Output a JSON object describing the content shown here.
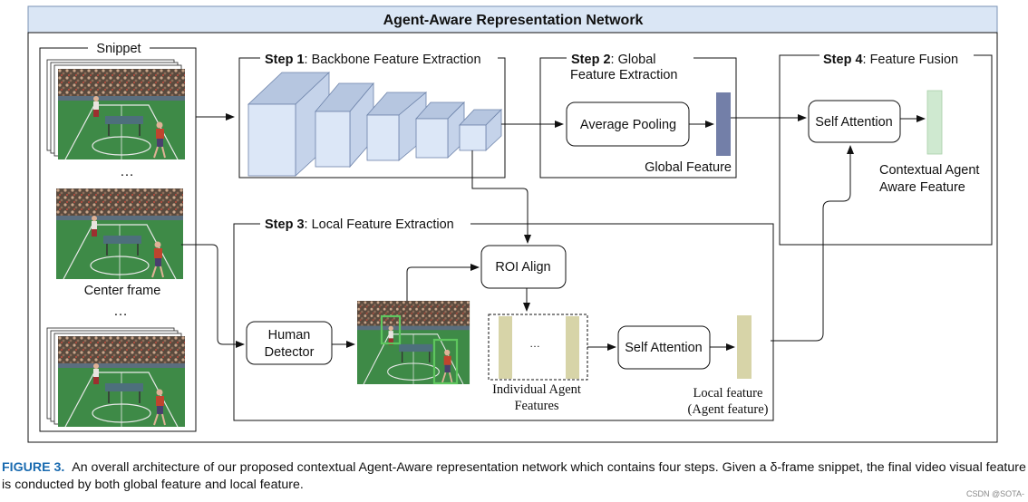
{
  "title": "Agent-Aware Representation Network",
  "snippet": {
    "label": "Snippet",
    "ellipsis_top": "…",
    "ellipsis_bottom": "…",
    "center_label": "Center frame"
  },
  "step1": {
    "prefix": "Step 1",
    "rest": ": Backbone Feature Extraction"
  },
  "step2": {
    "prefix": "Step 2",
    "rest_line1": ": Global",
    "line2": "Feature Extraction",
    "pool_label": "Average Pooling",
    "feature_label": "Global Feature"
  },
  "step3": {
    "prefix": "Step 3",
    "rest": ": Local Feature Extraction",
    "roi_label": "ROI Align",
    "detector_line1": "Human",
    "detector_line2": "Detector",
    "agents_ellipsis": "…",
    "agents_line1": "Individual Agent",
    "agents_line2": "Features",
    "attn_label": "Self Attention",
    "local_line1": "Local feature",
    "local_line2": "(Agent feature)"
  },
  "step4": {
    "prefix": "Step 4",
    "rest": ": Feature Fusion",
    "attn_label": "Self Attention",
    "out_line1": "Contextual Agent",
    "out_line2": "Aware Feature"
  },
  "caption": {
    "label": "FIGURE 3.",
    "text": "An overall architecture of our proposed contextual Agent-Aware representation network which contains four steps. Given a δ-frame snippet, the final video visual feature is conducted by both global feature and local feature."
  },
  "watermark": "CSDN @SOTA-",
  "colors": {
    "title_bg": "#dae6f5",
    "cube_front": "#dce7f7",
    "cube_top": "#b6c6e0",
    "cube_side": "#c5d3ea",
    "global_bar": "#737fa8",
    "local_bar": "#d7d4a8",
    "context_bar": "#cfe9d0",
    "caption_label": "#1a6bb0",
    "bbox": "#5ec65e"
  }
}
